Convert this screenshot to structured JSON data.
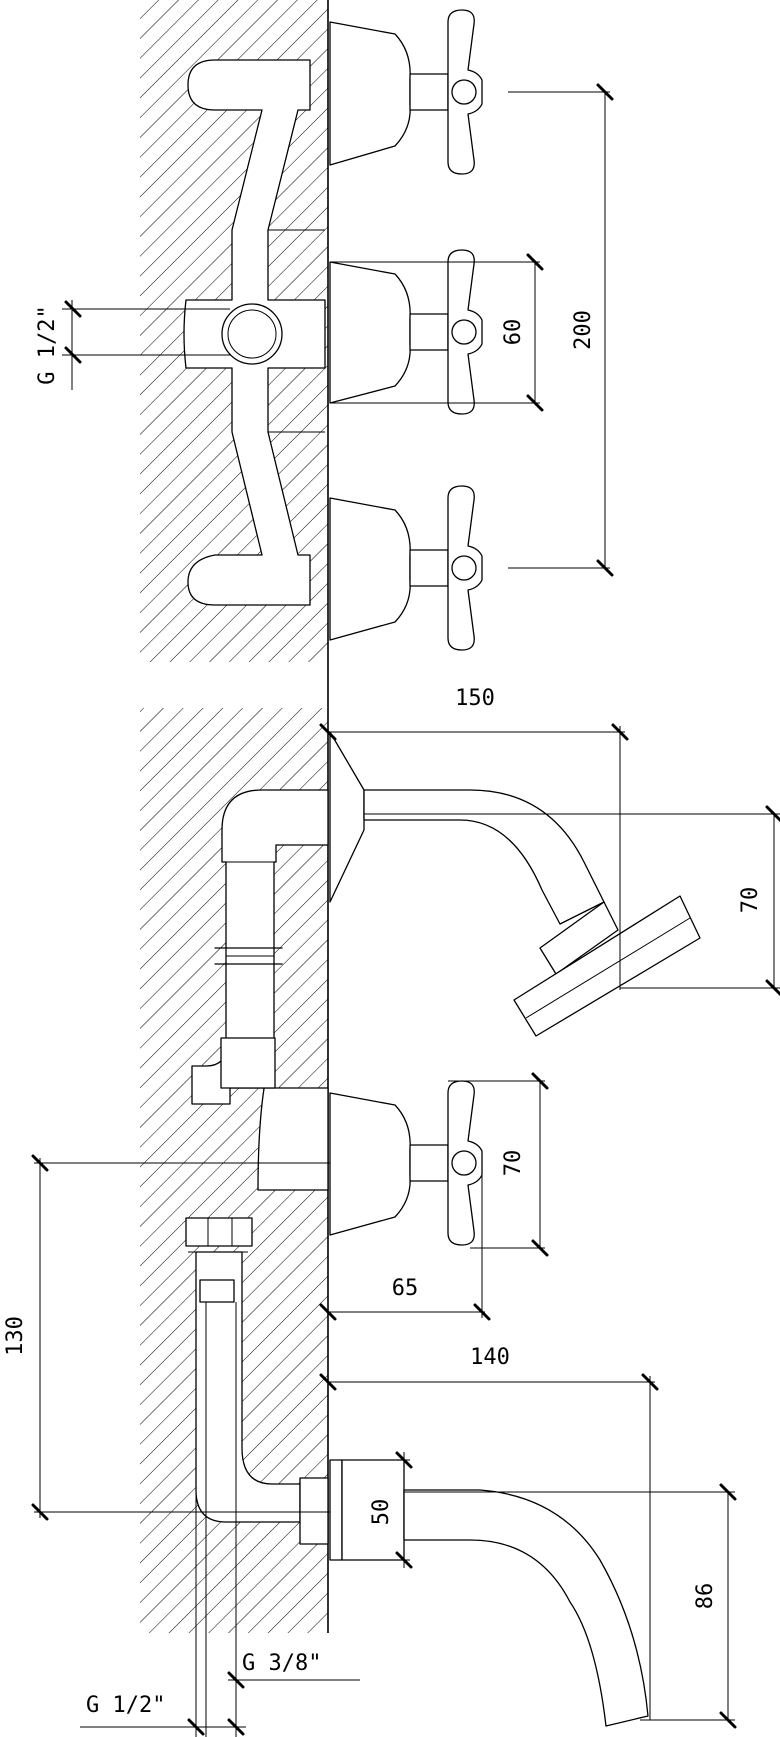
{
  "labels": {
    "thread_top": "G 1/2\"",
    "dim_60": "60",
    "dim_200": "200",
    "dim_150": "150",
    "dim_70_shower": "70",
    "dim_70_handle": "70",
    "dim_65": "65",
    "dim_130": "130",
    "dim_140": "140",
    "dim_50": "50",
    "dim_86": "86",
    "thread_3_8": "G 3/8\"",
    "thread_bottom": "G 1/2\""
  }
}
